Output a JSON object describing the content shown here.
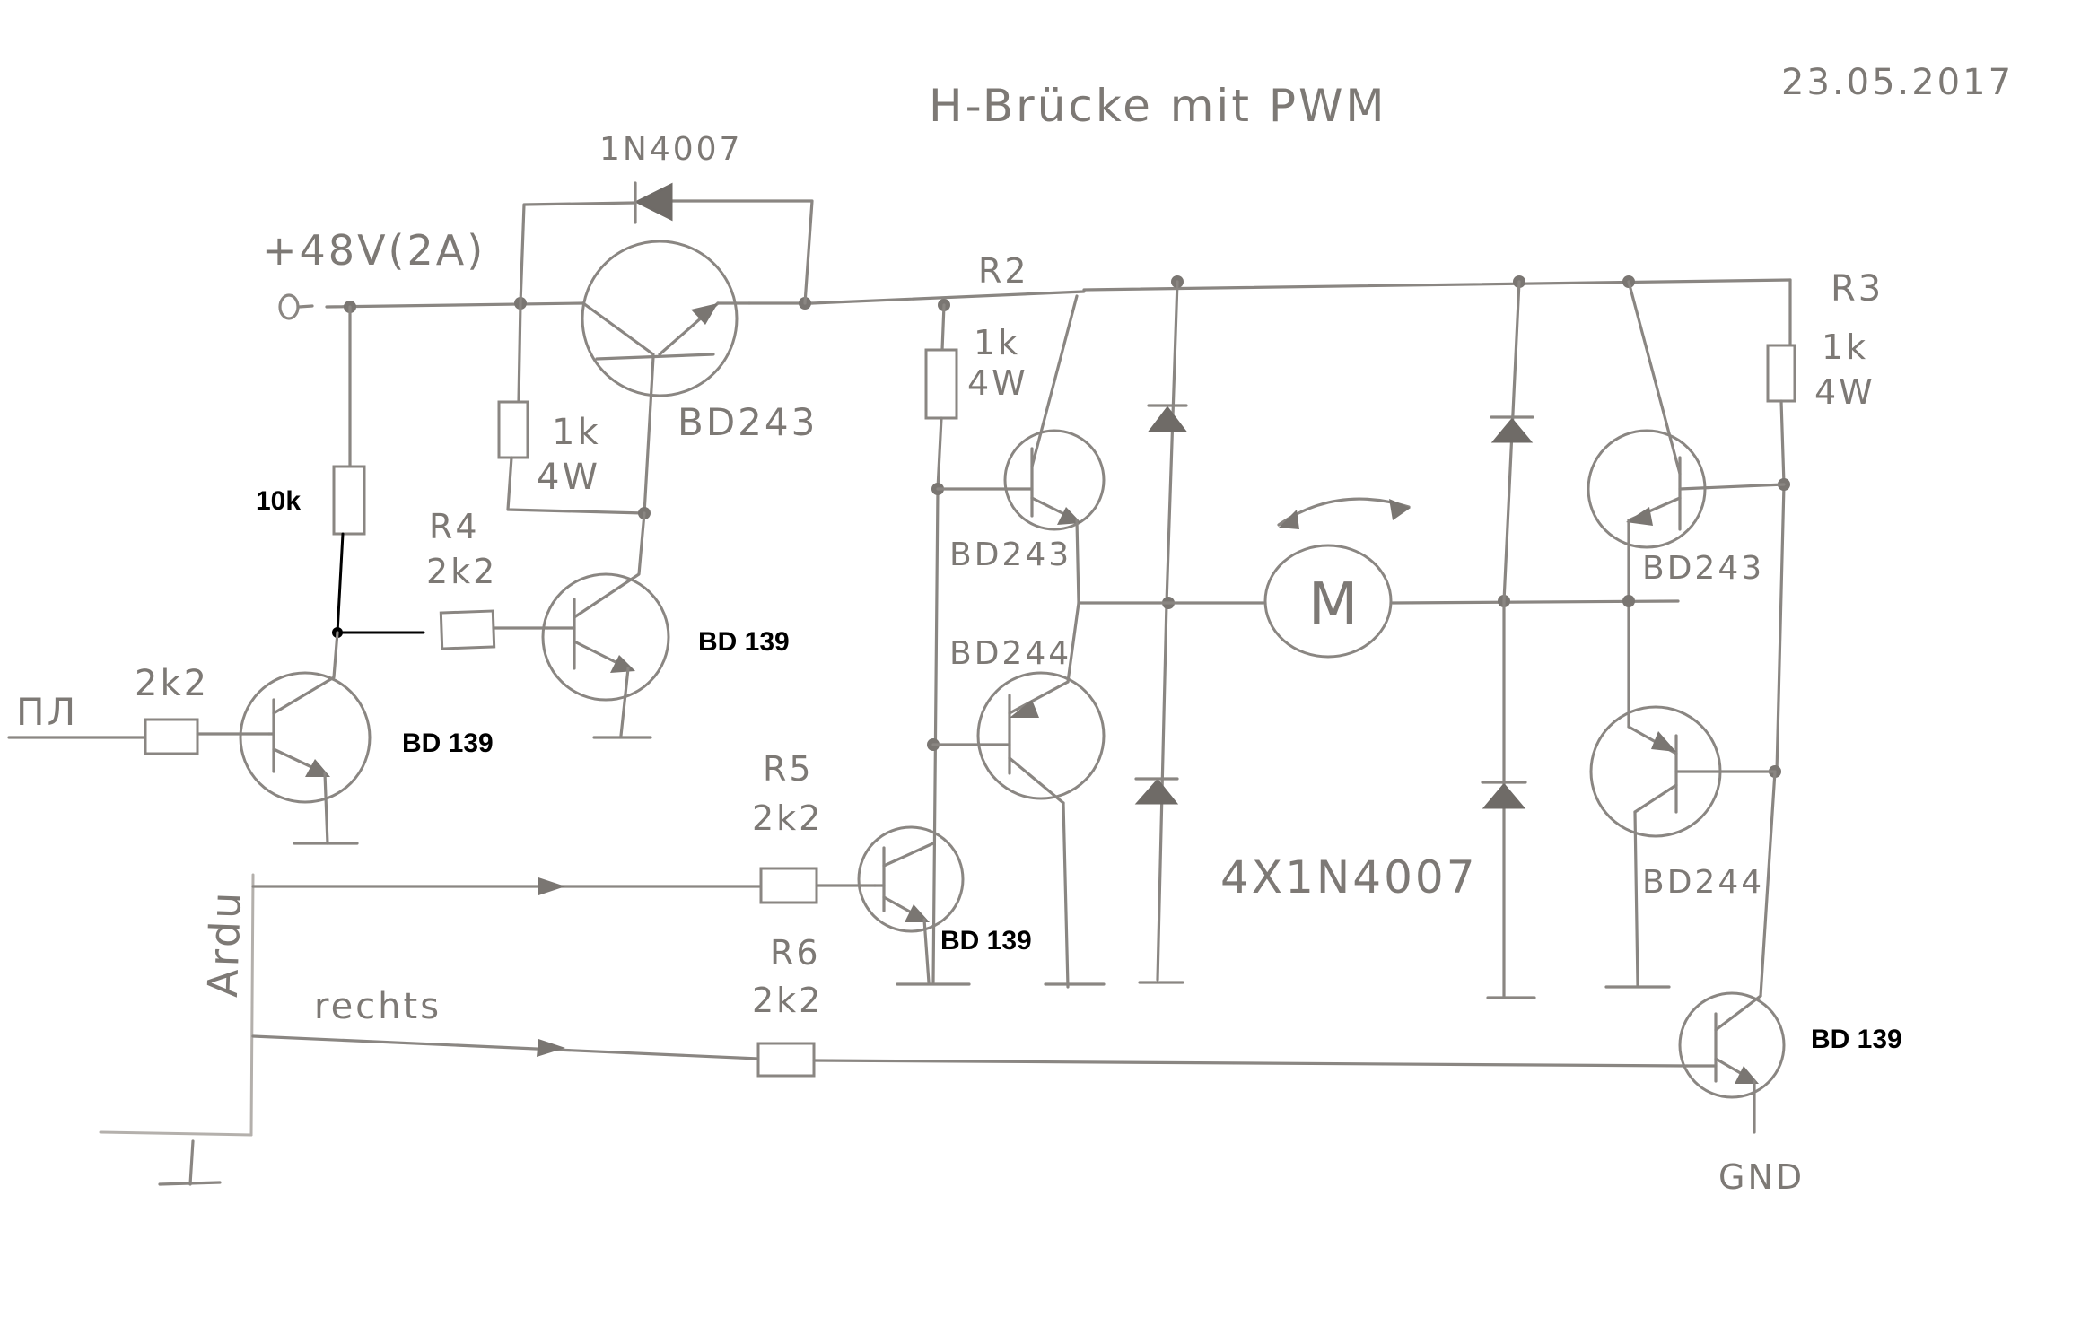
{
  "sheet": {
    "title": "H-Brücke mit PWM",
    "date": "23.05.2017"
  },
  "supply": {
    "label": "+48V(2A)"
  },
  "labels": {
    "diode_top": "1N4007",
    "r2": "R2",
    "r3": "R3",
    "r4": "R4",
    "r5": "R5",
    "r6": "R6",
    "res_1k": "1k",
    "res_4w": "4W",
    "res_10k": "10k",
    "res_2k2": "2k2",
    "bd243": "BD243",
    "bd244": "BD244",
    "bd139": "BD 139",
    "motor": "M",
    "diode_bank": "4X1N4007",
    "ardu": "Ardu",
    "rechts": "rechts",
    "gnd": "GND",
    "pwm": "ПЛ"
  },
  "colors": {
    "pencil": "#8a8682",
    "ink": "#000000",
    "paper": "#ffffff"
  }
}
